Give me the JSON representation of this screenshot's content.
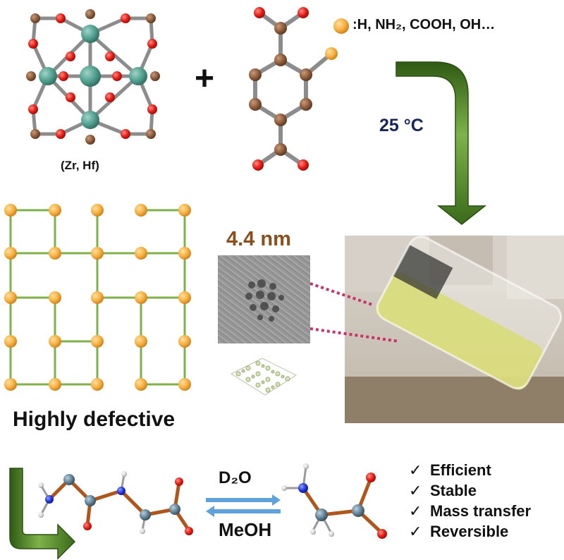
{
  "substituent_legend": ":H, NH₂, COOH, OH…",
  "metals_label": "(Zr, Hf)",
  "plus_sign": "+",
  "temperature_label": "25 °C",
  "particle_size_label": "4.4 nm",
  "framework_caption": "Highly defective",
  "exchange": {
    "forward_label": "D₂O",
    "reverse_label": "MeOH"
  },
  "features": [
    "Efficient",
    "Stable",
    "Mass transfer",
    "Reversible"
  ],
  "check_glyph": "✓",
  "colors": {
    "zirconium": "#4f9e8e",
    "oxygen": "#e21b14",
    "carbon": "#8a5a3a",
    "linker_node": "#f6ad3c",
    "framework_bond": "#7fb14a",
    "arrow_green": "#4b7a24",
    "temperature_text": "#16255c",
    "size_text": "#8b4f1c",
    "exchange_arrow": "#5ea2d9",
    "callout_dash": "#c8326b"
  }
}
